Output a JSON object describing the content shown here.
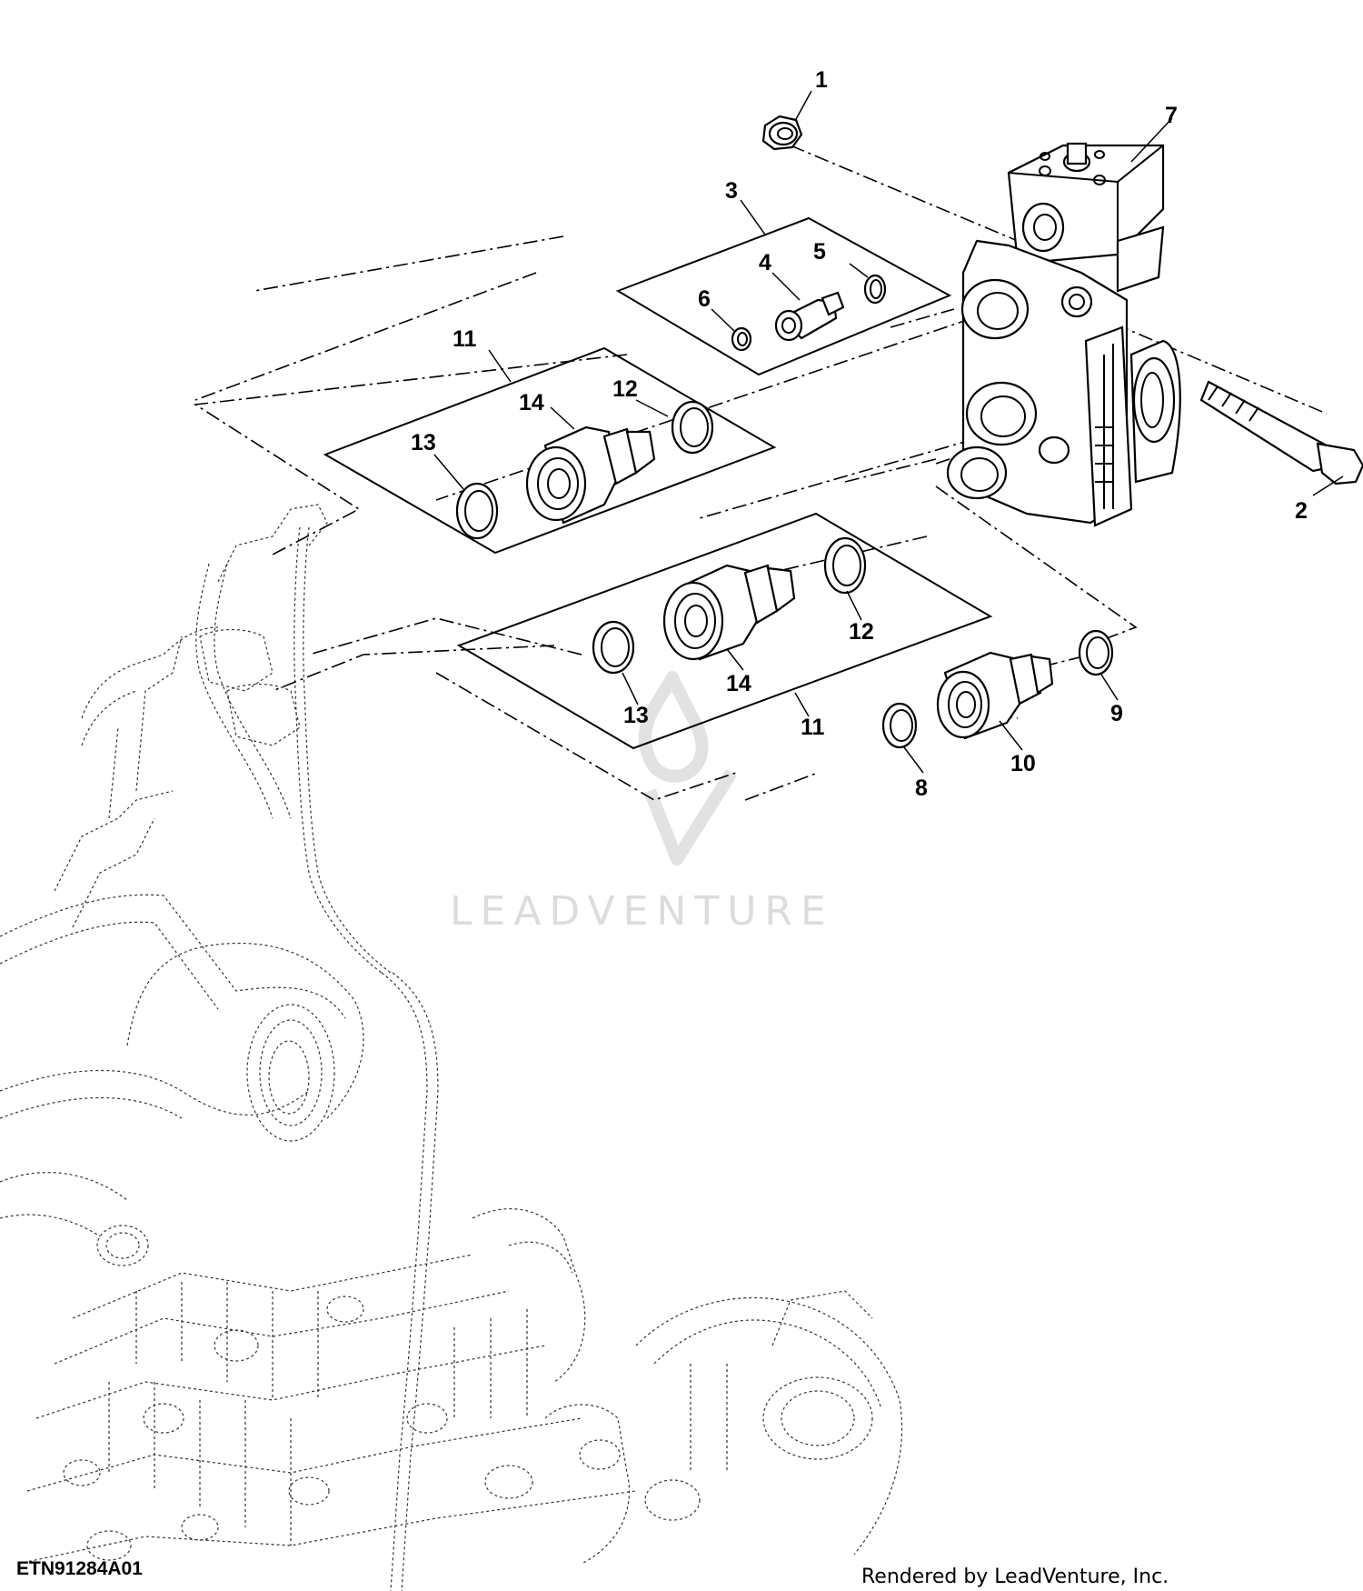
{
  "callouts": [
    "1",
    "2",
    "3",
    "4",
    "5",
    "6",
    "7",
    "8",
    "9",
    "10",
    "11",
    "12",
    "13",
    "14",
    "11",
    "12",
    "13",
    "14"
  ],
  "figure_code": "ETN91284A01",
  "footer_credit": "Rendered by LeadVenture, Inc.",
  "watermark_text": "LEADVENTURE",
  "colors": {
    "line": "#000000",
    "ghost": "#333333",
    "watermark": "#dcdcdc",
    "background": "#ffffff"
  }
}
